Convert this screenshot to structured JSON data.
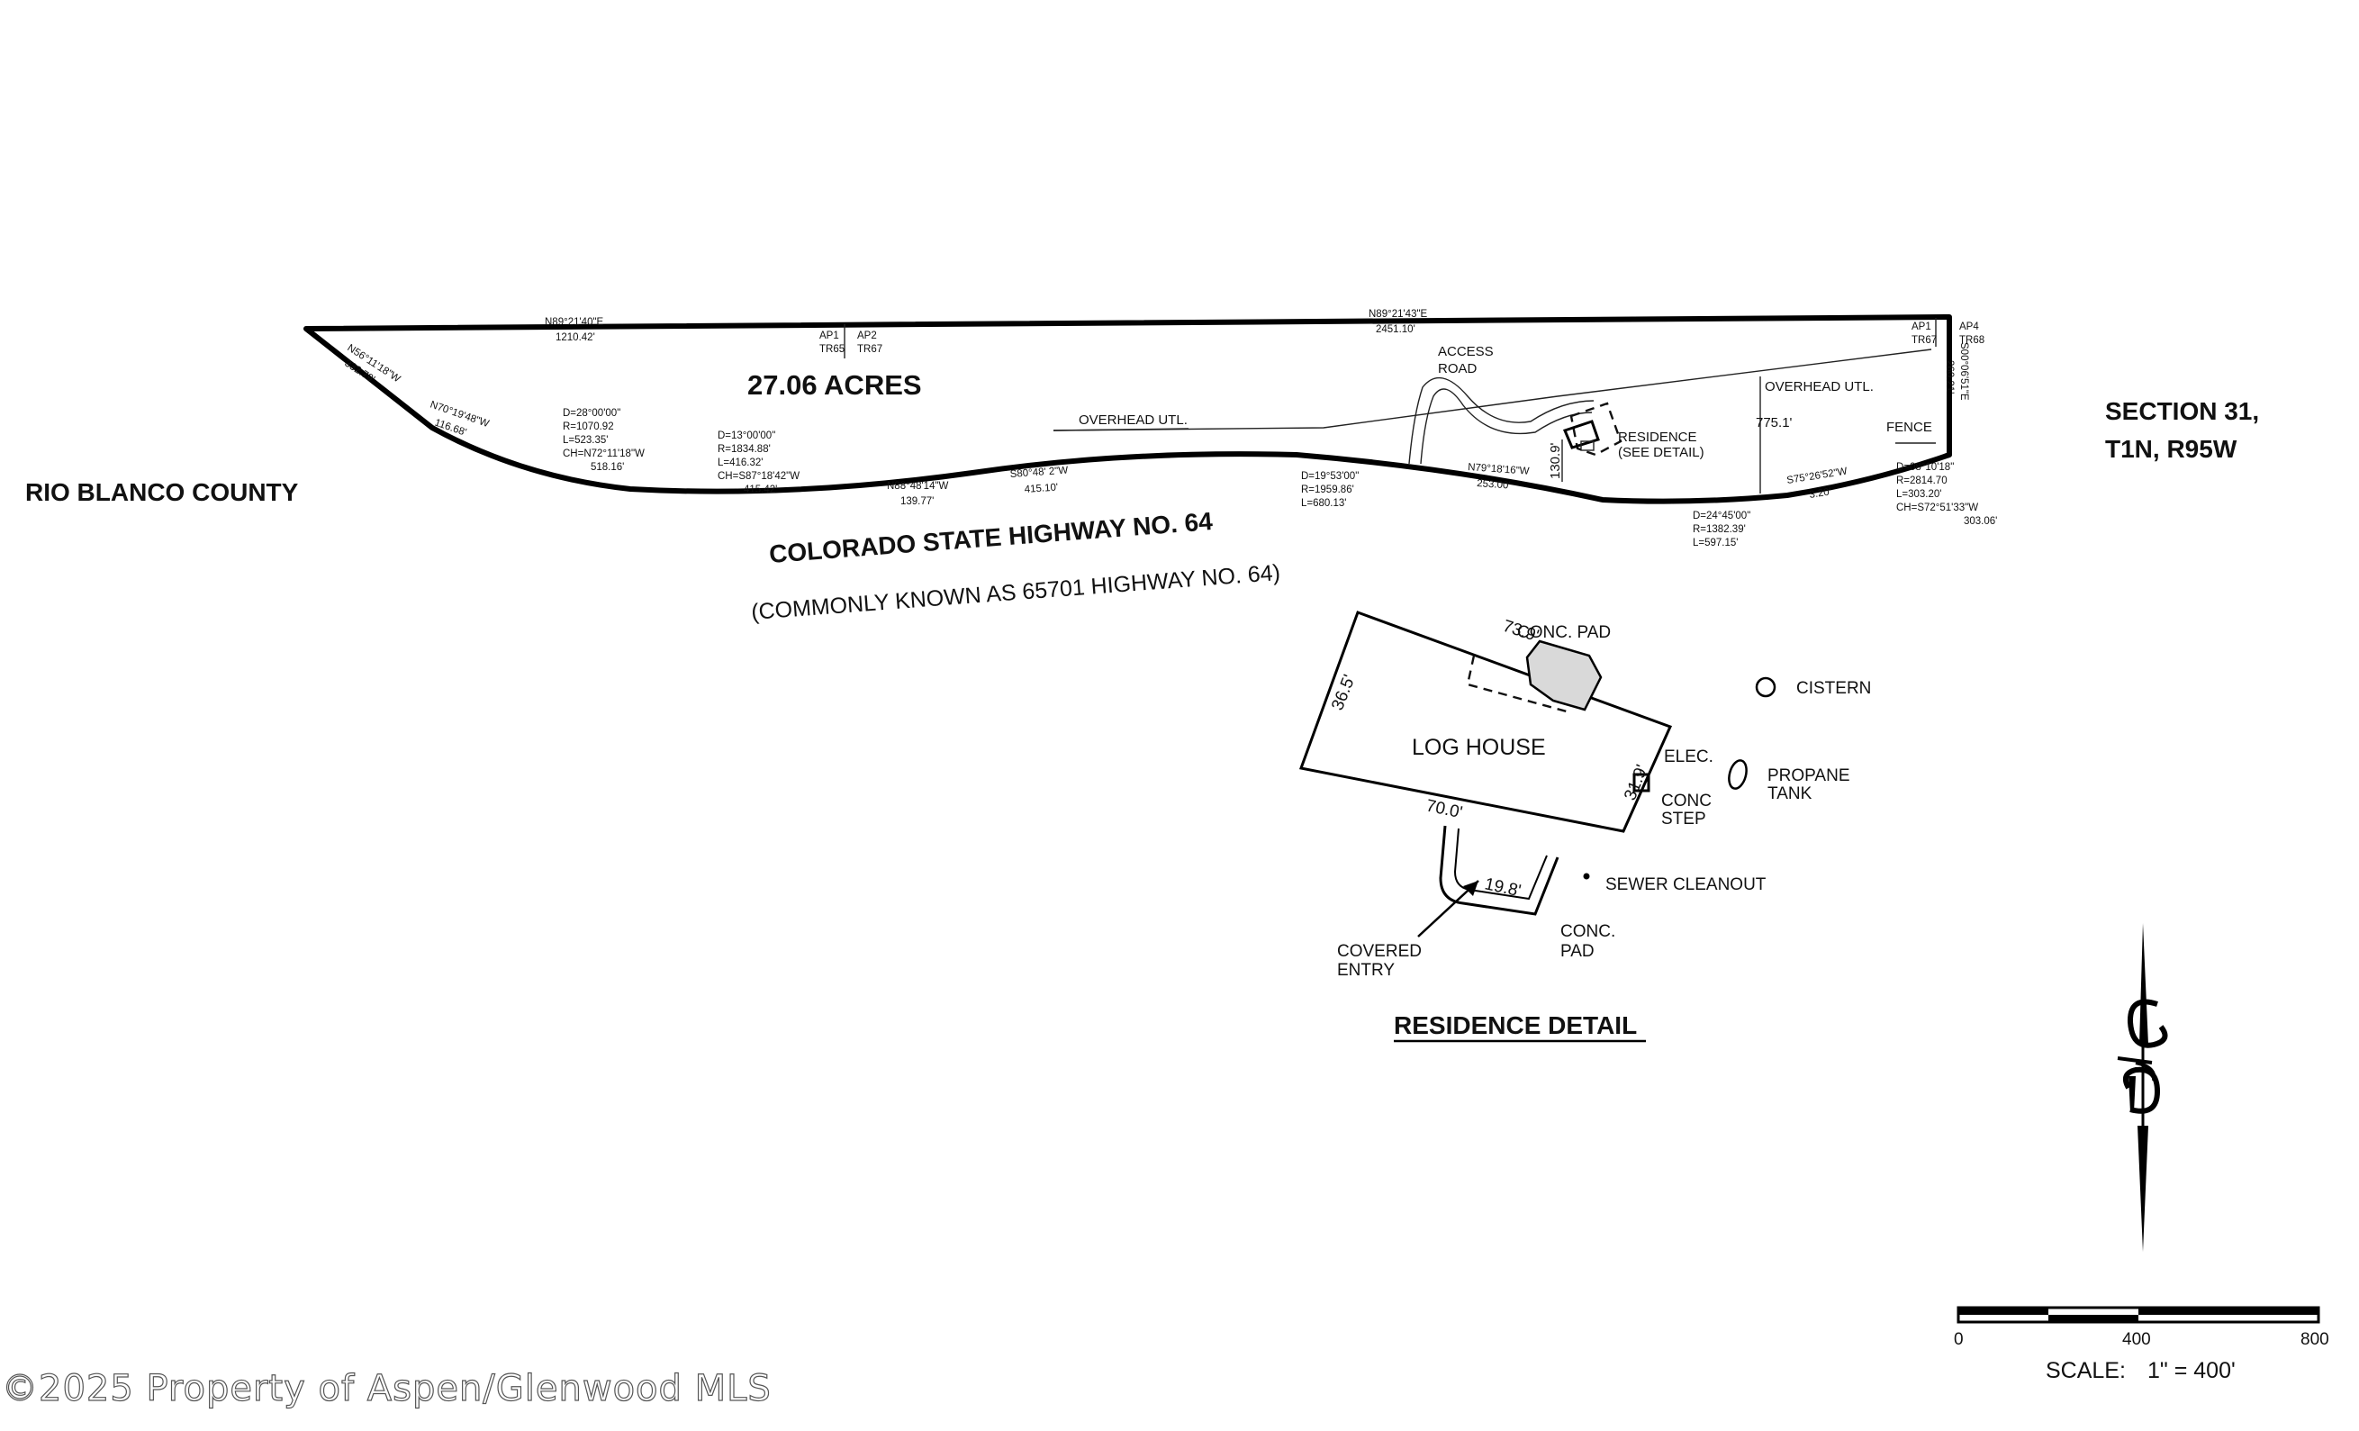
{
  "parcel": {
    "acreage": "27.06 ACRES",
    "county": "RIO BLANCO COUNTY",
    "section_line1": "SECTION 31,",
    "section_line2": "T1N, R95W"
  },
  "highway": {
    "name": "COLORADO STATE HIGHWAY NO. 64",
    "common_name": "(COMMONLY KNOWN AS 65701 HIGHWAY NO. 64)"
  },
  "boundary_calls": {
    "north_west_bearing": "N89°21'40\"E",
    "north_west_distance": "1210.42'",
    "north_east_bearing": "N89°21'43\"E",
    "north_east_distance": "2451.10'",
    "west_bearing": "N56°11'18\"W",
    "west_distance": "332.79'",
    "southwest_bearing": "N70°19'48\"W",
    "southwest_distance": "116.68'",
    "south_b1_bearing": "N88°48'14\"W",
    "south_b1_distance": "139.77'",
    "south_b2_bearing": "S80°48' 2\"W",
    "south_b2_distance": "415.10'",
    "south_b3_bearing": "N79°18'16\"W",
    "south_b3_distance": "253.00'",
    "south_b4_bearing": "S75°26'52\"W",
    "south_b4_distance": "3.20'",
    "east_bearing": "S00°06'51\"E",
    "east_distance": "260.21'"
  },
  "curves": {
    "c1": [
      "D=28°00'00\"",
      "R=1070.92",
      "L=523.35'",
      "CH=N72°11'18\"W",
      "518.16'"
    ],
    "c2": [
      "D=13°00'00\"",
      "R=1834.88'",
      "L=416.32'",
      "CH=S87°18'42\"W",
      "415.42'"
    ],
    "c3": [
      "D=19°53'00\"",
      "R=1959.86'",
      "L=680.13'"
    ],
    "c4": [
      "D=24°45'00\"",
      "R=1382.39'",
      "L=597.15'"
    ],
    "c5": [
      "D=08°10'18\"",
      "R=2814.70",
      "L=303.20'",
      "CH=S72°51'33\"W",
      "303.06'"
    ]
  },
  "markers": {
    "ap1_left": "AP1",
    "tr65": "TR65",
    "ap2": "AP2",
    "tr67_left": "TR67",
    "ap1_right": "AP1",
    "tr67_right": "TR67",
    "ap4": "AP4",
    "tr68": "TR68"
  },
  "features": {
    "access_road_1": "ACCESS",
    "access_road_2": "ROAD",
    "overhead_utl_left": "OVERHEAD UTL.",
    "overhead_utl_right": "OVERHEAD UTL.",
    "fence": "FENCE",
    "residence_1": "RESIDENCE",
    "residence_2": "(SEE DETAIL)",
    "dim_775": "775.1'",
    "dim_130": "130.9'"
  },
  "detail": {
    "title": "RESIDENCE DETAIL",
    "log_house": "LOG HOUSE",
    "conc_pad_top": "CONC. PAD",
    "dim_739": "73.9'",
    "dim_365": "36.5'",
    "dim_700": "70.0'",
    "dim_319": "31.9'",
    "dim_198": "19.8'",
    "cistern": "CISTERN",
    "elec": "ELEC.",
    "conc_step_1": "CONC",
    "conc_step_2": "STEP",
    "propane_1": "PROPANE",
    "propane_2": "TANK",
    "sewer": "SEWER CLEANOUT",
    "conc_pad_bottom_1": "CONC.",
    "conc_pad_bottom_2": "PAD",
    "covered_1": "COVERED",
    "covered_2": "ENTRY"
  },
  "scale": {
    "tick_0": "0",
    "tick_400": "400",
    "tick_800": "800",
    "label": "SCALE:",
    "ratio": "1\"  =  400'"
  },
  "watermark": "©2025 Property of Aspen/Glenwood MLS"
}
